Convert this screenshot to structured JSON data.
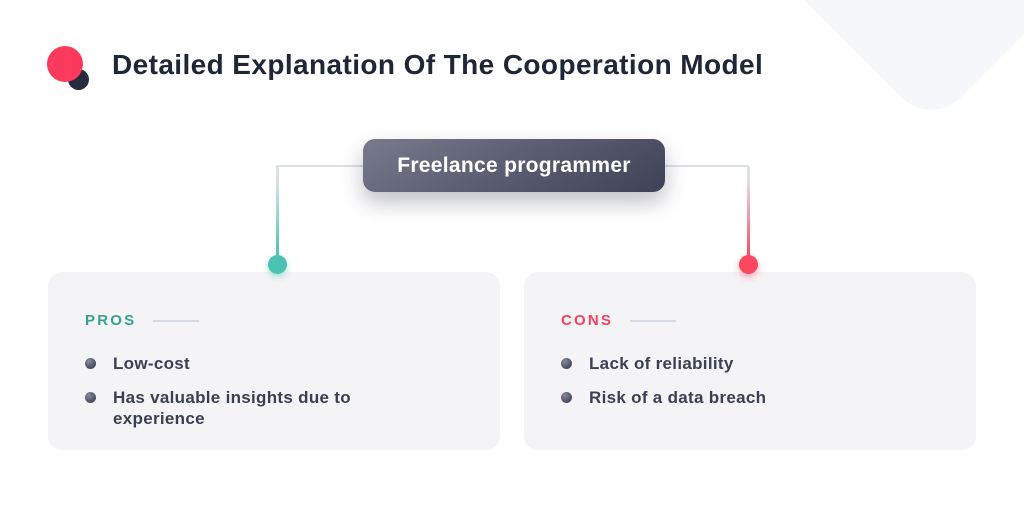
{
  "title": "Detailed Explanation Of The Cooperation Model",
  "logo": {
    "primary_dot_color": "#fb3a5d",
    "secondary_dot_color": "#262c3e"
  },
  "root_node": {
    "label": "Freelance programmer"
  },
  "columns": [
    {
      "header": "PROS",
      "accent_color": "#38a090",
      "connector_dot_color": "#4cc2b2",
      "items": [
        "Low-cost",
        "Has valuable insights due to experience"
      ]
    },
    {
      "header": "CONS",
      "accent_color": "#f9405f",
      "connector_dot_color": "#fa4861",
      "items": [
        "Lack of reliability",
        "Risk of a data breach"
      ]
    }
  ],
  "colors": {
    "background": "#ffffff",
    "title_text": "#1f2637",
    "node_gradient_start": "#787b8c",
    "node_gradient_end": "#3e4256",
    "node_text": "#ffffff",
    "connector_line": "#dce0e8",
    "card_background": "#f4f4f6",
    "item_text": "#3a4054",
    "bullet": "#4a4f63",
    "header_rule": "#d6dae2",
    "decorative_shape_back": "#ecf0f6",
    "decorative_shape_front": "#f5f7fa"
  }
}
